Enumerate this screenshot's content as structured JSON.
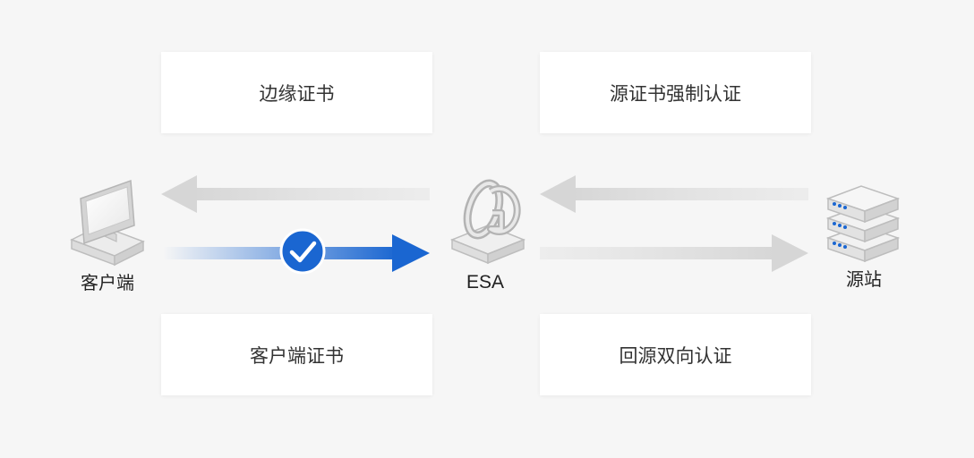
{
  "cards": {
    "edge_cert": "边缘证书",
    "origin_forced_auth": "源证书强制认证",
    "client_cert": "客户端证书",
    "origin_mutual_auth": "回源双向认证"
  },
  "nodes": {
    "client": "客户端",
    "esa": "ESA",
    "origin": "源站"
  },
  "colors": {
    "background": "#f6f6f6",
    "accent_blue": "#1a66d1",
    "arrow_gray": "#dcdcdc"
  },
  "icons": [
    "monitor-icon",
    "esa-logo-icon",
    "server-stack-icon",
    "check-circle-icon"
  ]
}
